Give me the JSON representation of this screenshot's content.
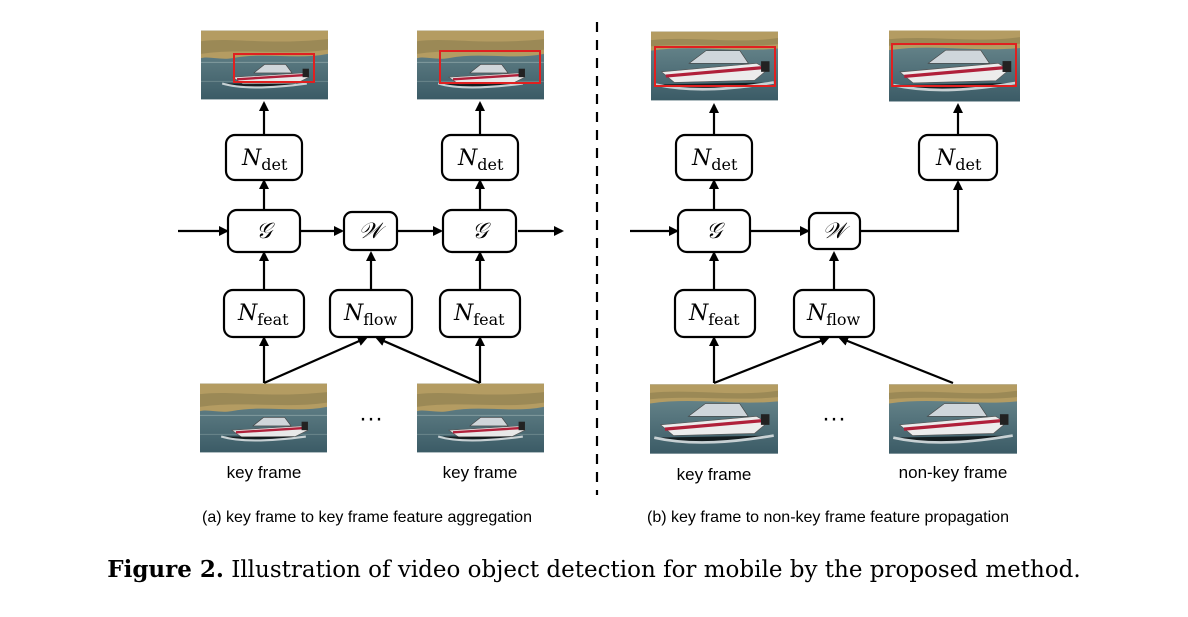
{
  "panel_a": {
    "caption": "(a)  key frame to key frame feature aggregation",
    "frame_left_label": "key frame",
    "frame_right_label": "key frame",
    "ellipsis": "···",
    "det_left": {
      "main": "N",
      "sub": "det"
    },
    "det_right": {
      "main": "N",
      "sub": "det"
    },
    "agg_left": "𝒢",
    "agg_right": "𝒢",
    "warp": "𝒲",
    "feat_left": {
      "main": "N",
      "sub": "feat"
    },
    "flow": {
      "main": "N",
      "sub": "flow"
    },
    "feat_right": {
      "main": "N",
      "sub": "feat"
    }
  },
  "panel_b": {
    "caption": "(b)  key frame to non-key frame feature propagation",
    "frame_left_label": "key frame",
    "frame_right_label": "non-key frame",
    "ellipsis": "···",
    "det_left": {
      "main": "N",
      "sub": "det"
    },
    "det_right": {
      "main": "N",
      "sub": "det"
    },
    "agg": "𝒢",
    "warp": "𝒲",
    "feat": {
      "main": "N",
      "sub": "feat"
    },
    "flow": {
      "main": "N",
      "sub": "flow"
    }
  },
  "figure_caption": {
    "label": "Figure 2.",
    "text": " Illustration of video object detection for mobile by the proposed method."
  },
  "colors": {
    "detection_box": "#e02020",
    "boat_hull_stripe": "#b0203a"
  }
}
